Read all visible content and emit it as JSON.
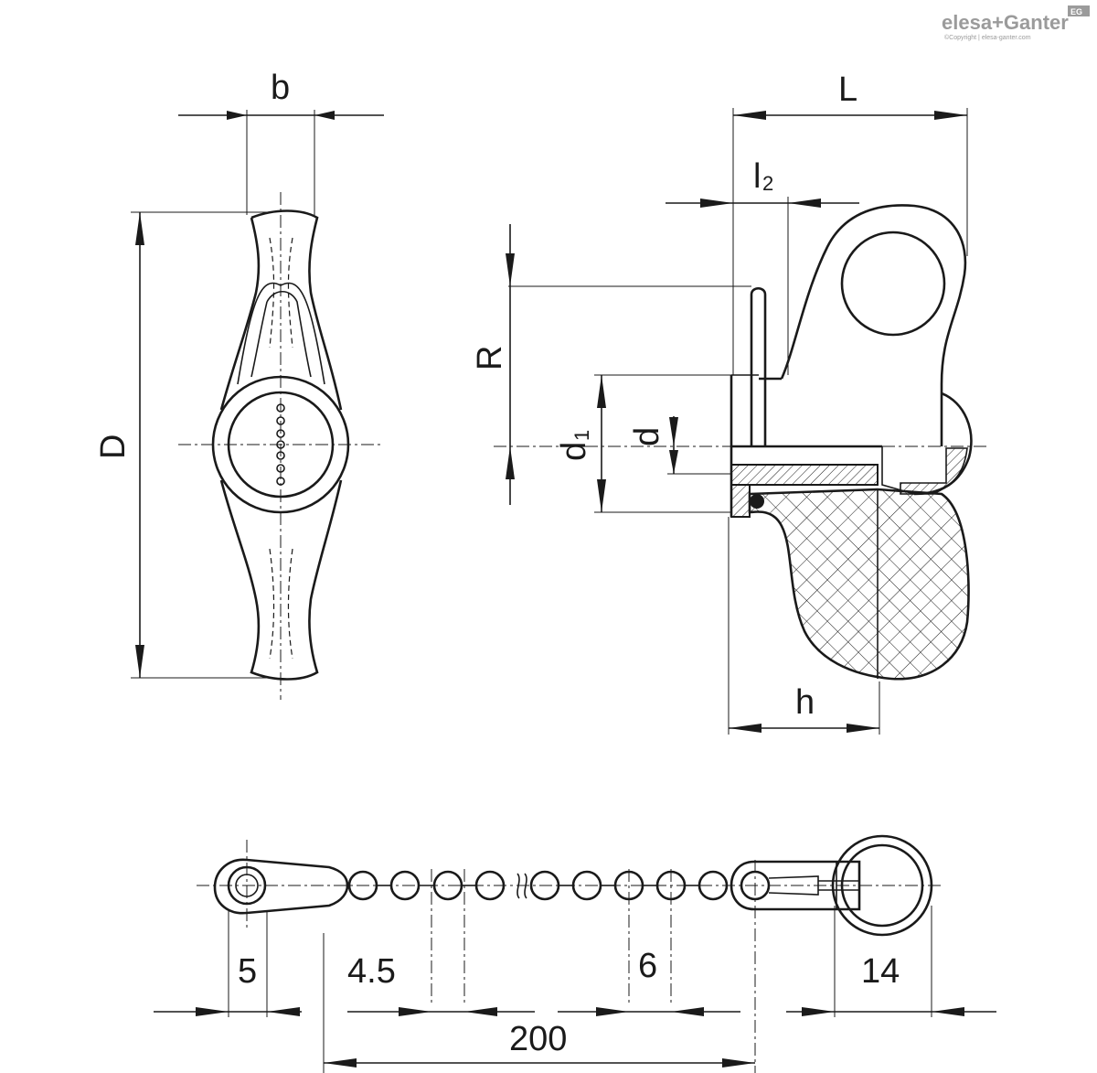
{
  "logo": {
    "brand": "elesa+Ganter",
    "badge": "EG",
    "copyright": "©Copyright | elesa-ganter.com"
  },
  "dimensions": {
    "b": "b",
    "D": "D",
    "L": "L",
    "l2": "l",
    "l2_sub": "2",
    "R": "R",
    "d1": "d",
    "d1_sub": "1",
    "d": "d",
    "h": "h",
    "chain_5": "5",
    "chain_4_5": "4.5",
    "chain_6": "6",
    "chain_14": "14",
    "chain_200": "200"
  }
}
